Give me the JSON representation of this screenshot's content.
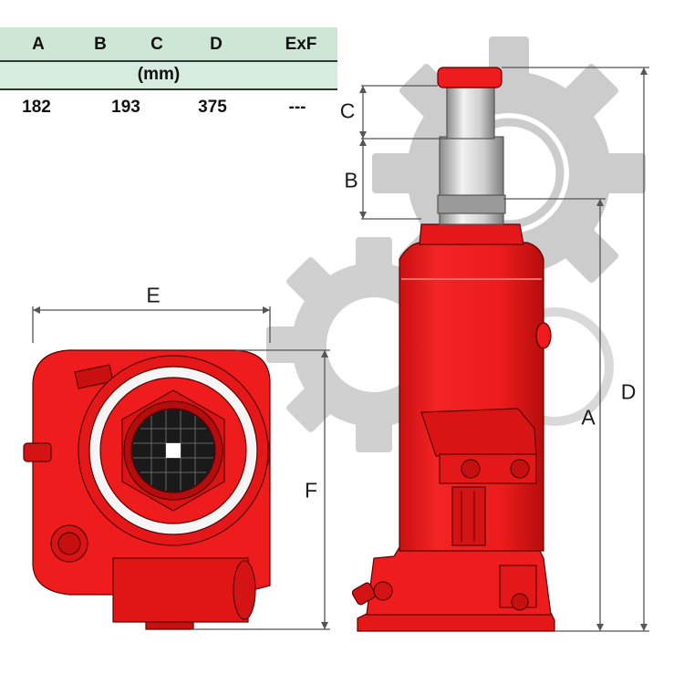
{
  "table": {
    "headers": [
      "A",
      "B",
      "C",
      "D",
      "ExF"
    ],
    "unit": "(mm)",
    "values": [
      "182",
      "193",
      "375",
      "---"
    ]
  },
  "dimension_labels": {
    "a": "A",
    "b": "B",
    "c": "C",
    "d": "D",
    "e": "E",
    "f": "F"
  },
  "colors": {
    "jack_red": "#ee1c1c",
    "jack_dark_red": "#b80e0e",
    "outline": "#5a0000",
    "table_header": "#cde6d6",
    "watermark_gear": "#c4c4c4",
    "dimension_line": "#555555"
  }
}
